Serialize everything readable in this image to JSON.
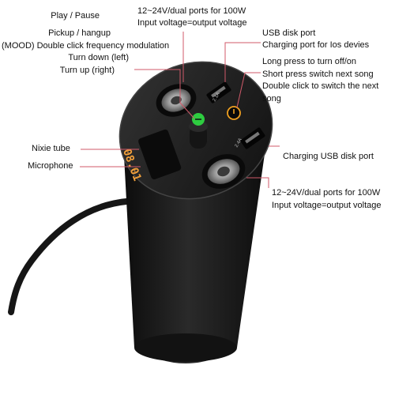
{
  "labels": {
    "play_pause": "Play / Pause",
    "pickup_hangup": "Pickup / hangup",
    "mood": "(MOOD) Double click frequency modulation",
    "turn_down": "Turn down (left)",
    "turn_up": "Turn up (right)",
    "top_ports_line1": "12~24V/dual ports for 100W",
    "top_ports_line2": "Input voltage=output voltage",
    "usb_disk_port": "USB disk port",
    "charging_port_ios": "Charging port for Ios devies",
    "long_press": "Long press to turn off/on",
    "short_press": "Short press switch next song",
    "double_click_1": "Double click  to switch the next",
    "double_click_2": "song",
    "nixie_tube": "Nixie tube",
    "microphone": "Microphone",
    "charging_usb_disk_port": "Charging USB disk port",
    "bottom_ports_line1": "12~24V/dual ports for 100W",
    "bottom_ports_line2": "Input voltage=output voltage"
  },
  "display": {
    "digits": "08.01",
    "usb_top_marking": "2.1A",
    "usb_bottom_marking": "2.4A"
  },
  "colors": {
    "body": "#1a1a1a",
    "lcd_digits": "#f2a03a",
    "knob_accent": "#2ecc40",
    "q_button": "#f0a020",
    "leader_line": "#d05a6a"
  }
}
